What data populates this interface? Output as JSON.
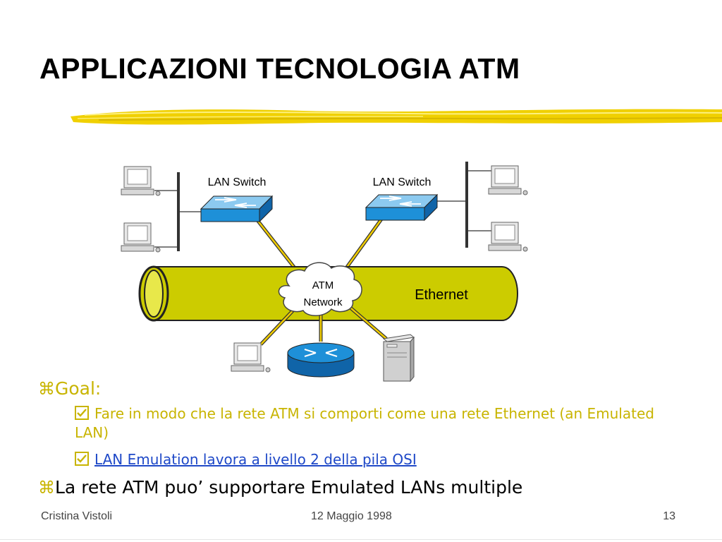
{
  "slide": {
    "title": "APPLICAZIONI TECNOLOGIA ATM"
  },
  "diagram": {
    "switch_left_label": "LAN Switch",
    "switch_right_label": "LAN Switch",
    "cloud_label_line1": "ATM",
    "cloud_label_line2": "Network",
    "ethernet_label": "Ethernet",
    "colors": {
      "cable": "#cccc00",
      "switch": "#1e90d8",
      "link": "#e8c400"
    }
  },
  "bullets": {
    "bullet_glyph": "⌘",
    "goal": "Goal:",
    "sub1": "Fare in modo che la rete  ATM si comporti come una rete Ethernet (an Emulated LAN)",
    "sub2": "LAN Emulation lavora a livello 2 della pila OSI",
    "main2": "La rete  ATM puo’ supportare Emulated LANs multiple"
  },
  "footer": {
    "author": "Cristina Vistoli",
    "date": "12 Maggio 1998",
    "page": "13"
  }
}
